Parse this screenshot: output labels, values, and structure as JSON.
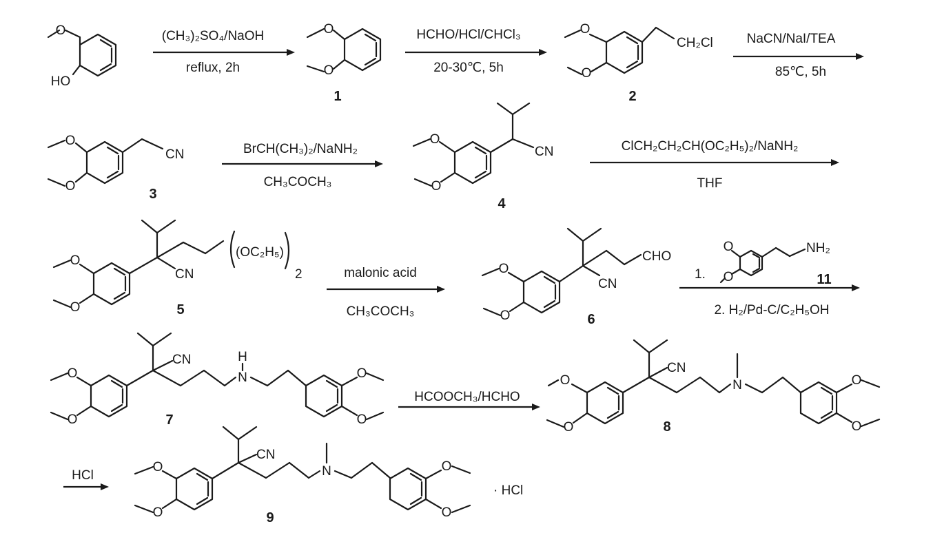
{
  "scheme": {
    "labels": {
      "HO": "HO",
      "CH2Cl": "CH₂Cl",
      "CN": "CN",
      "CHO": "CHO",
      "NH2": "NH₂",
      "H": "H",
      "N": "N",
      "OEt2": "(OC₂H₅)",
      "OEt2_sub": "2",
      "salt": "· HCl"
    },
    "compounds": [
      "1",
      "2",
      "3",
      "4",
      "5",
      "6",
      "7",
      "8",
      "9",
      "11"
    ],
    "conditions": {
      "step1_above": "(CH₃)₂SO₄/NaOH",
      "step1_below": "reflux, 2h",
      "step2_above": "HCHO/HCl/CHCl₃",
      "step2_below": "20-30℃, 5h",
      "step3_above": "NaCN/NaI/TEA",
      "step3_below": "85℃, 5h",
      "step4_above": "BrCH(CH₃)₂/NaNH₂",
      "step4_below": "CH₃COCH₃",
      "step5_above": "ClCH₂CH₂CH(OC₂H₅)₂/NaNH₂",
      "step5_below": "THF",
      "step6_above": "malonic acid",
      "step6_below": "CH₃COCH₃",
      "step7_above": "1.",
      "step7_below": "2. H₂/Pd-C/C₂H₅OH",
      "step8_above": "HCOOCH₃/HCHO",
      "step9_above": "HCl"
    }
  }
}
